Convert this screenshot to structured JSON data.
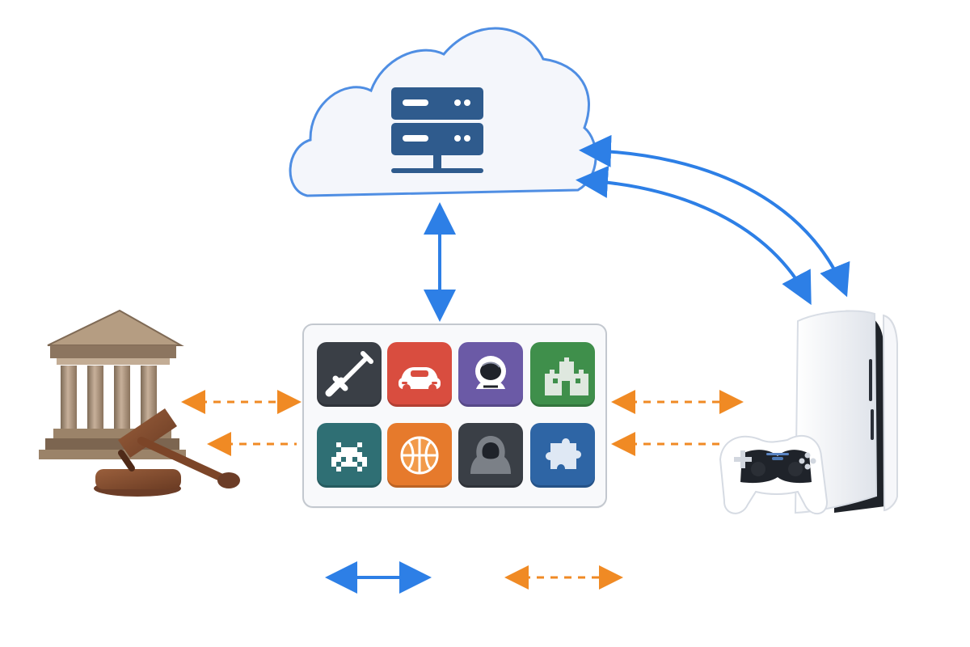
{
  "colors": {
    "cloud_stroke": "#4f8ee3",
    "cloud_fill": "#f4f6fb",
    "server": "#2f5b8d",
    "blue_arrow": "#2d7fe6",
    "orange_arrow": "#f08a24",
    "panel_border": "#c3c8cf",
    "panel_fill": "#f8f9fb",
    "tile_dark": "#3a3f46",
    "tile_red": "#d94d3f",
    "tile_purple": "#6b5aa6",
    "tile_green": "#3f8f4b",
    "tile_teal": "#2f6f74",
    "tile_orange": "#e67a2c",
    "tile_navy": "#2e65a5",
    "wood": "#8a4f2f",
    "building": "#a58d72",
    "console_white": "#f4f5f7",
    "console_black": "#1b1e24"
  },
  "nodes": {
    "cloud": {
      "name": "cloud",
      "icon": "server-icon"
    },
    "catalog": {
      "name": "game-catalog",
      "tiles": [
        {
          "name": "sword-tile",
          "icon": "sword-icon",
          "color": "#3a3f46"
        },
        {
          "name": "car-tile",
          "icon": "car-icon",
          "color": "#d94d3f"
        },
        {
          "name": "astronaut-tile",
          "icon": "astronaut-icon",
          "color": "#6b5aa6"
        },
        {
          "name": "castle-tile",
          "icon": "castle-icon",
          "color": "#3f8f4b"
        },
        {
          "name": "space-invader-tile",
          "icon": "space-invader-icon",
          "color": "#2f6f74"
        },
        {
          "name": "basketball-tile",
          "icon": "basketball-icon",
          "color": "#e67a2c"
        },
        {
          "name": "hooded-figure-tile",
          "icon": "hooded-figure-icon",
          "color": "#3a3f46"
        },
        {
          "name": "puzzle-tile",
          "icon": "puzzle-piece-icon",
          "color": "#2e65a5"
        }
      ]
    },
    "legal": {
      "name": "court",
      "icon": "courthouse-gavel-icon"
    },
    "console": {
      "name": "game-console",
      "icon": "console-controller-icon"
    }
  },
  "legend": {
    "solid": "blue-double-arrow",
    "dashed": "orange-dashed-double-arrow"
  }
}
